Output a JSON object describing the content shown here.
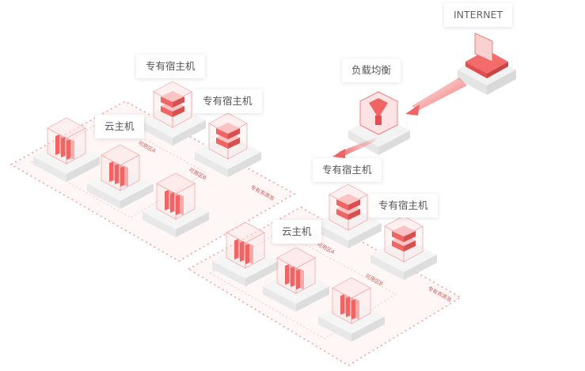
{
  "diagram": {
    "internet_label": "INTERNET",
    "load_balancer_label": "负载均衡",
    "callouts": {
      "dedicated_host_1": "专有宿主机",
      "dedicated_host_2": "专有宿主机",
      "dedicated_host_3": "专有宿主机",
      "dedicated_host_4": "专有宿主机",
      "cloud_host_1": "云主机",
      "cloud_host_2": "云主机"
    },
    "zone_labels": {
      "zone_a_left": "可用区A",
      "zone_b_left": "可用区B",
      "zone_a_right": "可用区A",
      "zone_b_right": "可用区B",
      "pool_left": "专有资源池",
      "pool_right": "专有资源池"
    },
    "colors": {
      "accent": "#f06464",
      "accent_light": "#fbd4d4",
      "dashed": "#f3a0a0",
      "pool_fill": "#fff4f4",
      "platform": "#f4f4f4"
    }
  }
}
